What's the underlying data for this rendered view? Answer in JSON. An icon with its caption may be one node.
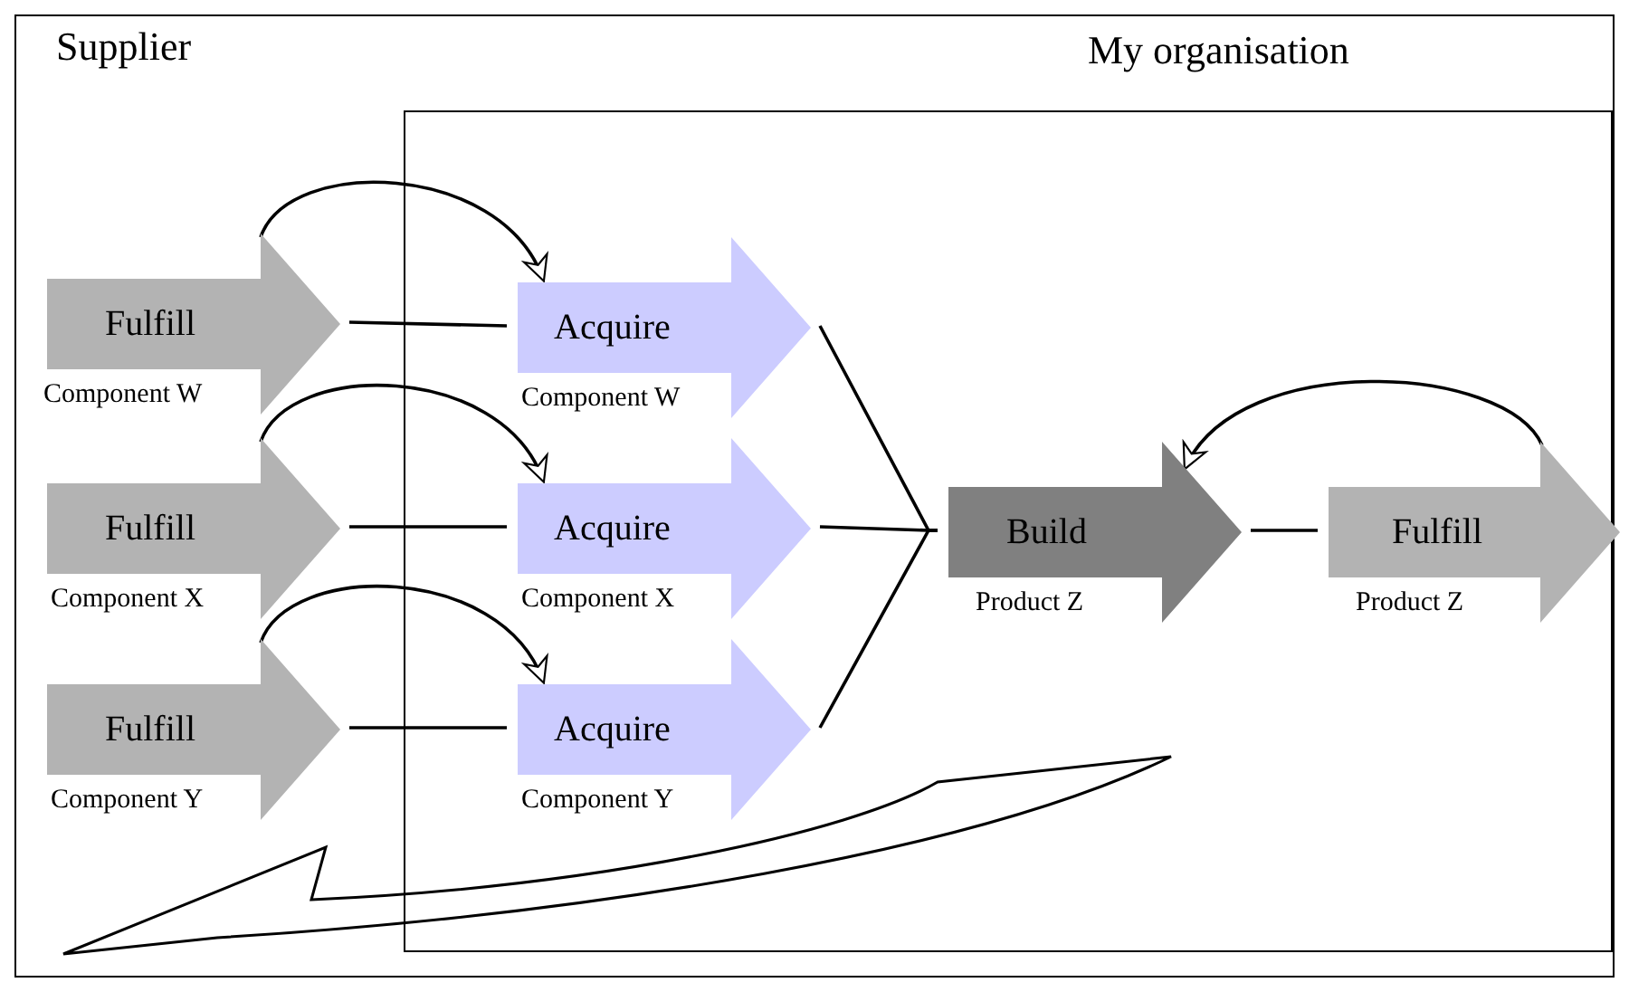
{
  "diagram": {
    "nodes": [
      {
        "text": [
          "Supplier"
        ]
      },
      {
        "text": [
          "My organisation"
        ],
        "in": 0
      },
      {
        "text": [
          "Fulfill"
        ],
        "beside": [
          "Component W"
        ],
        "in": 0
      },
      {
        "text": [
          "Acquire"
        ],
        "beside": [
          "Component W"
        ],
        "in": 1
      },
      {
        "text": [
          "Fulfill"
        ],
        "beside": [
          "Component X"
        ],
        "in": 0
      },
      {
        "text": [
          "Acquire"
        ],
        "beside": [
          "Component X"
        ],
        "in": 1
      },
      {
        "text": [
          "Fulfill"
        ],
        "beside": [
          "Component Y"
        ],
        "in": 0
      },
      {
        "text": [
          "Acquire"
        ],
        "beside": [
          "Component Y"
        ],
        "in": 1
      },
      {
        "text": [
          "Build"
        ],
        "beside": [
          "Product Z"
        ],
        "in": 1
      },
      {
        "text": [
          "Fulfill"
        ],
        "beside": [
          "Product Z"
        ],
        "in": 1
      }
    ],
    "edges": [
      {
        "from": 2,
        "to": 3,
        "arrow": "none"
      },
      {
        "from": 4,
        "to": 5,
        "arrow": "none"
      },
      {
        "from": 6,
        "to": 7,
        "arrow": "none"
      },
      {
        "from": 3,
        "to": 8,
        "arrow": "none"
      },
      {
        "from": 5,
        "to": 8,
        "arrow": "none"
      },
      {
        "from": 7,
        "to": 8,
        "arrow": "none"
      },
      {
        "from": 8,
        "to": 9,
        "arrow": "none"
      },
      {
        "from": 2,
        "to": 3,
        "arrow": "to"
      },
      {
        "from": 4,
        "to": 5,
        "arrow": "to"
      },
      {
        "from": 6,
        "to": 7,
        "arrow": "to"
      },
      {
        "from": 9,
        "to": 8,
        "arrow": "to"
      }
    ]
  }
}
